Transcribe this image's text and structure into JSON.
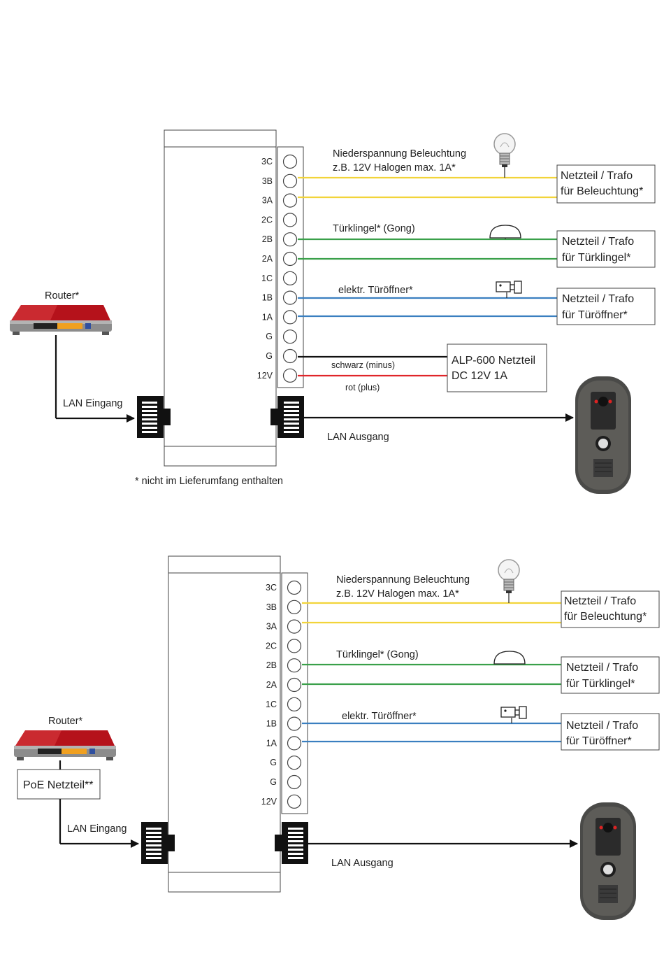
{
  "colors": {
    "yellow": "#f2d43a",
    "green": "#3aa04a",
    "blue": "#3a7fc0",
    "black": "#111111",
    "red": "#e0252a"
  },
  "terminals": [
    "3C",
    "3B",
    "3A",
    "2C",
    "2B",
    "2A",
    "1C",
    "1B",
    "1A",
    "G",
    "G",
    "12V"
  ],
  "top": {
    "router_label": "Router*",
    "lan_in": "LAN Eingang",
    "lan_out": "LAN Ausgang",
    "light_desc_1": "Niederspannung Beleuchtung",
    "light_desc_2": "z.B. 12V Halogen max. 1A*",
    "bell_desc": "Türklingel* (Gong)",
    "opener_desc": "elektr. Türöffner*",
    "psu_light_1": "Netzteil / Trafo",
    "psu_light_2": "für Beleuchtung*",
    "psu_bell_1": "Netzteil / Trafo",
    "psu_bell_2": "für Türklingel*",
    "psu_opener_1": "Netzteil / Trafo",
    "psu_opener_2": "für Türöffner*",
    "alp_1": "ALP-600 Netzteil",
    "alp_2": "DC 12V 1A",
    "black_wire": "schwarz (minus)",
    "red_wire": "rot (plus)",
    "footnote": "* nicht im Lieferumfang enthalten"
  },
  "bottom": {
    "router_label": "Router*",
    "poe_label": "PoE Netzteil**",
    "lan_in": "LAN Eingang",
    "lan_out": "LAN Ausgang",
    "light_desc_1": "Niederspannung Beleuchtung",
    "light_desc_2": "z.B. 12V Halogen max. 1A*",
    "bell_desc": "Türklingel* (Gong)",
    "opener_desc": "elektr. Türöffner*",
    "psu_light_1": "Netzteil / Trafo",
    "psu_light_2": "für Beleuchtung*",
    "psu_bell_1": "Netzteil / Trafo",
    "psu_bell_2": "für Türklingel*",
    "psu_opener_1": "Netzteil / Trafo",
    "psu_opener_2": "für Türöffner*"
  }
}
